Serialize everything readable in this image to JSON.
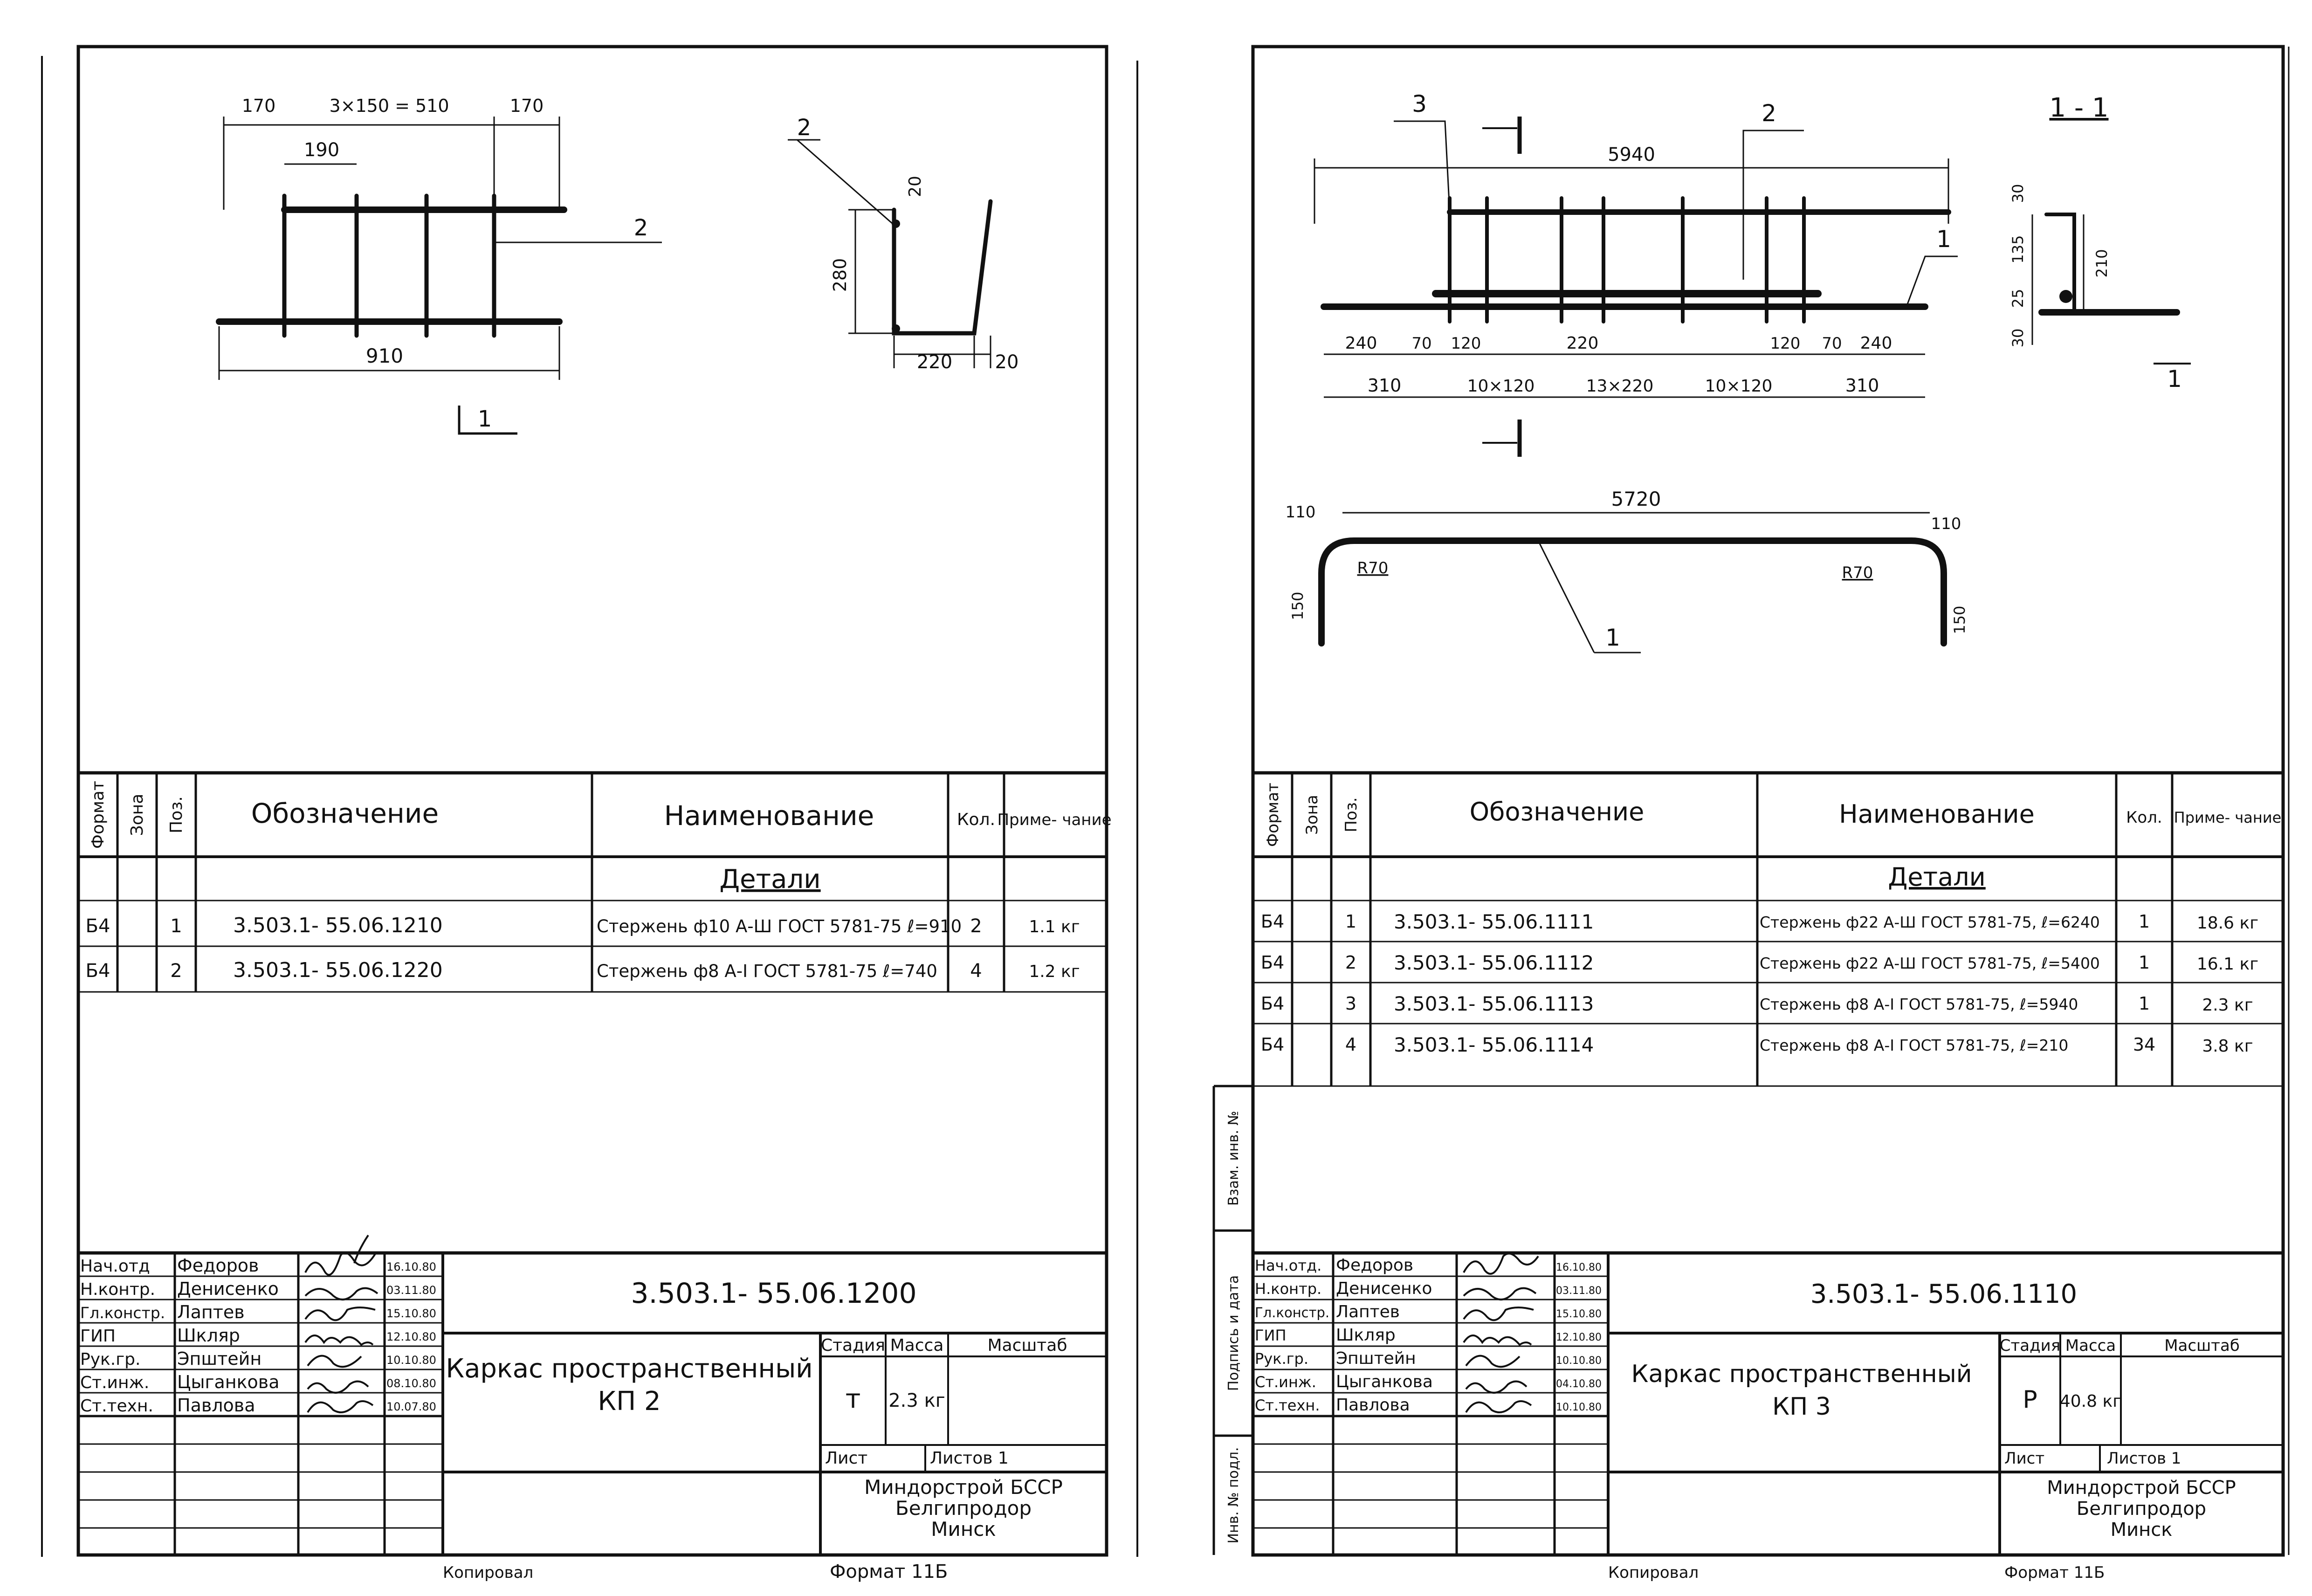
{
  "left_sheet": {
    "drawing": {
      "dims_top": [
        "170",
        "3×150 = 510",
        "170"
      ],
      "dim_190": "190",
      "dim_910": "910",
      "label_2": "2",
      "section_mark": "1",
      "bent_bar_label": "2",
      "bent_dims": [
        "20",
        "280",
        "220",
        "20"
      ]
    },
    "table": {
      "headers": [
        "Формат",
        "Зона",
        "Поз.",
        "Обозначение",
        "Наименование",
        "Кол.",
        "Приме-\nчание"
      ],
      "section": "Детали",
      "rows": [
        {
          "format": "Б4",
          "pos": "1",
          "designation": "3.503.1- 55.06.1210",
          "name": "Стержень ф10 А-Ш ГОСТ 5781-75 ℓ=910",
          "qty": "2",
          "note": "1.1 кг"
        },
        {
          "format": "Б4",
          "pos": "2",
          "designation": "3.503.1- 55.06.1220",
          "name": "Стержень ф8 А-I ГОСТ 5781-75 ℓ=740",
          "qty": "4",
          "note": "1.2 кг"
        }
      ]
    },
    "title_block": {
      "roles": [
        "Нач.отд",
        "Н.контр.",
        "Гл.констр.",
        "ГИП",
        "Рук.гр.",
        "Ст.инж.",
        "Ст.техн."
      ],
      "names": [
        "Федоров",
        "Денисенко",
        "Лаптев",
        "Шкляр",
        "Эпштейн",
        "Цыганкова",
        "Павлова"
      ],
      "dates": [
        "16.10.80",
        "03.11.80",
        "15.10.80",
        "12.10.80",
        "10.10.80",
        "08.10.80",
        "10.07.80"
      ],
      "doc_code": "3.503.1- 55.06.1200",
      "title_line1": "Каркас пространственный",
      "title_line2": "КП 2",
      "stage_label": "Стадия",
      "mass_label": "Масса",
      "scale_label": "Масштаб",
      "stage": "т",
      "mass": "2.3 кг",
      "sheet_label": "Лист",
      "sheets_label": "Листов 1",
      "org": [
        "Миндорстрой БССР",
        "Белгипродор",
        "Минск"
      ]
    },
    "footer": {
      "copied": "Копировал",
      "format": "Формат 11Б"
    }
  },
  "right_sheet": {
    "drawing": {
      "label_3": "3",
      "label_2": "2",
      "label_1": "1",
      "section_title": "1 - 1",
      "dim_5940": "5940",
      "dims_row1": [
        "240",
        "70",
        "120",
        "220",
        "120",
        "70",
        "240"
      ],
      "dims_row2": [
        "310",
        "10×120",
        "13×220",
        "10×120",
        "310"
      ],
      "section_dims": [
        "30",
        "135",
        "210",
        "25",
        "30"
      ],
      "bent_len": "5720",
      "bent_bends": [
        "110",
        "110"
      ],
      "bent_radius": [
        "R70",
        "R70"
      ],
      "bent_legs": [
        "150",
        "150"
      ]
    },
    "side_labels": [
      "Инв. № подл.",
      "Подпись и дата",
      "Взам. инв. №"
    ],
    "table": {
      "headers": [
        "Формат",
        "Зона",
        "Поз.",
        "Обозначение",
        "Наименование",
        "Кол.",
        "Приме-\nчание"
      ],
      "section": "Детали",
      "rows": [
        {
          "format": "Б4",
          "pos": "1",
          "designation": "3.503.1- 55.06.1111",
          "name": "Стержень ф22 А-Ш ГОСТ 5781-75, ℓ=6240",
          "qty": "1",
          "note": "18.6 кг"
        },
        {
          "format": "Б4",
          "pos": "2",
          "designation": "3.503.1- 55.06.1112",
          "name": "Стержень ф22 А-Ш ГОСТ 5781-75, ℓ=5400",
          "qty": "1",
          "note": "16.1 кг"
        },
        {
          "format": "Б4",
          "pos": "3",
          "designation": "3.503.1- 55.06.1113",
          "name": "Стержень ф8 А-I ГОСТ 5781-75, ℓ=5940",
          "qty": "1",
          "note": "2.3 кг"
        },
        {
          "format": "Б4",
          "pos": "4",
          "designation": "3.503.1- 55.06.1114",
          "name": "Стержень ф8 А-I ГОСТ 5781-75, ℓ=210",
          "qty": "34",
          "note": "3.8 кг"
        }
      ]
    },
    "title_block": {
      "roles": [
        "Нач.отд.",
        "Н.контр.",
        "Гл.констр.",
        "ГИП",
        "Рук.гр.",
        "Ст.инж.",
        "Ст.техн."
      ],
      "names": [
        "Федоров",
        "Денисенко",
        "Лаптев",
        "Шкляр",
        "Эпштейн",
        "Цыганкова",
        "Павлова"
      ],
      "dates": [
        "16.10.80",
        "03.11.80",
        "15.10.80",
        "12.10.80",
        "10.10.80",
        "04.10.80",
        "10.10.80"
      ],
      "doc_code": "3.503.1- 55.06.1110",
      "title_line1": "Каркас пространственный",
      "title_line2": "КП 3",
      "stage_label": "Стадия",
      "mass_label": "Масса",
      "scale_label": "Масштаб",
      "stage": "Р",
      "mass": "40.8 кг",
      "sheet_label": "Лист",
      "sheets_label": "Листов 1",
      "org": [
        "Миндорстрой БССР",
        "Белгипродор",
        "Минск"
      ]
    },
    "footer": {
      "copied": "Копировал",
      "format": "Формат 11Б"
    }
  }
}
